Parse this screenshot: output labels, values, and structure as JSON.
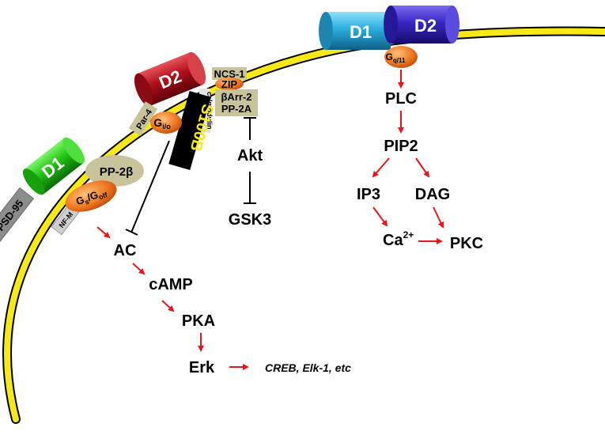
{
  "colors": {
    "membrane_fill": "#f7e916",
    "membrane_edge": "#000000",
    "arrow_red": "#e8161b",
    "inhibit_black": "#000000",
    "d1_green": "#22c414",
    "d2_red": "#b0101c",
    "d1_cyan": "#2aaede",
    "d2_blue": "#3526c2",
    "g_orange": "#ef7a24",
    "tag_tan": "#c9c39c",
    "tag_grey": "#8c8c8c",
    "s100b_black": "#000000",
    "s100b_yellow": "#f4e81a"
  },
  "receptors": {
    "d1_left": "D1",
    "d2_middle": "D2",
    "d1_right": "D1",
    "d2_right": "D2"
  },
  "proteins": {
    "ncs1": "NCS-1",
    "zip": "ZIP",
    "barr2": "βArr-2",
    "pp2a": "PP-2A",
    "calmodulin": "calmodulin",
    "par4": "Par-4",
    "s100b": "S100B",
    "pp2b": "PP-2β",
    "psd95": "PSD-95",
    "nfm": "NF-M"
  },
  "g_proteins": {
    "gio_main": "G",
    "gio_sub": "i/o",
    "gs_main_a": "G",
    "gs_sub_a": "s",
    "gs_main_b": "/G",
    "gs_sub_b": "olf",
    "gq_main": "G",
    "gq_sub": "q/11"
  },
  "pathway_left": {
    "ac": "AC",
    "camp": "cAMP",
    "pka": "PKA",
    "erk": "Erk",
    "targets": "CREB, Elk-1, etc"
  },
  "pathway_middle": {
    "akt": "Akt",
    "gsk3": "GSK3"
  },
  "pathway_right": {
    "plc": "PLC",
    "pip2": "PIP2",
    "ip3": "IP3",
    "dag": "DAG",
    "ca": "Ca",
    "ca_sup": "2+",
    "pkc": "PKC"
  }
}
